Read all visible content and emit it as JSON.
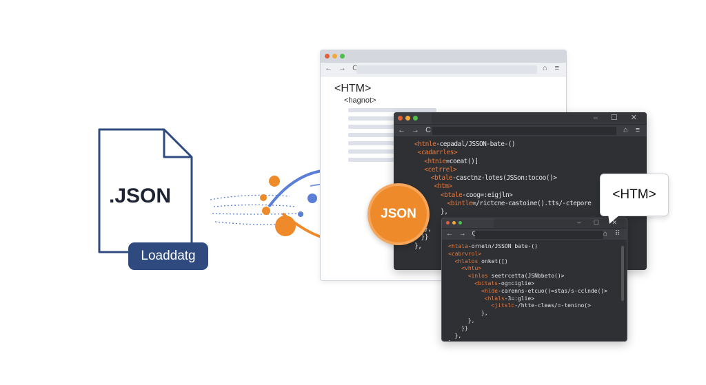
{
  "file": {
    "ext": ".JSON",
    "label": "Loaddatg"
  },
  "badge": {
    "text": "JSON"
  },
  "tooltip": {
    "text": "<HTM>"
  },
  "light_browser": {
    "heading": "<HTM>",
    "subheading": "<hagnot>",
    "nav": "← → C",
    "right": "⌂ ≡"
  },
  "dark_browser": {
    "nav": "← → C",
    "right": "⌂ ≡",
    "controls": "– ☐ ✕",
    "lines": [
      {
        "i": 0,
        "t": "<htnle",
        "r": "-cepadal/JSSON-bate-()"
      },
      {
        "i": 1,
        "t": "<cadarrles>",
        "r": ""
      },
      {
        "i": 3,
        "t": "<htnie",
        "r": "=coeat()]"
      },
      {
        "i": 3,
        "t": "<cetrrel>",
        "r": ""
      },
      {
        "i": 5,
        "t": "<btale",
        "r": "-casctnz-lotes(JSSon:tocoo()>"
      },
      {
        "i": 6,
        "t": "<htm>",
        "r": ""
      },
      {
        "i": 8,
        "t": "<btale",
        "r": "-coog=:eigjln>"
      },
      {
        "i": 10,
        "t": "<bintle",
        "r": "=/rictcne-castoine().tts/-ctepore"
      },
      {
        "i": 8,
        "t": "",
        "r": "},"
      },
      {
        "i": 8,
        "t": "",
        "r": ""
      },
      {
        "i": 3,
        "t": "",
        "r": "},"
      },
      {
        "i": 2,
        "t": "",
        "r": "}}"
      },
      {
        "i": 0,
        "t": "",
        "r": "},"
      }
    ]
  },
  "dark_browser_2": {
    "nav": "← → C",
    "right": "⌂ ⠿",
    "controls": "– ☐ ✕",
    "lines": [
      {
        "i": 0,
        "t": "<htala",
        "r": "-orneln/JSSON bate-()"
      },
      {
        "i": 0,
        "t": "<cabrvrol>",
        "r": ""
      },
      {
        "i": 2,
        "t": "<hlalos",
        "r": " onket([)"
      },
      {
        "i": 4,
        "t": "<vhtu>",
        "r": ""
      },
      {
        "i": 6,
        "t": "<inlos",
        "r": " seetrcetta(JSNbbeto()>"
      },
      {
        "i": 8,
        "t": "<bitats",
        "r": "-og=ciglie>"
      },
      {
        "i": 10,
        "t": "<hlde",
        "r": "-carenns-etcuo()=stas/s-cclnde()>"
      },
      {
        "i": 11,
        "t": "<hlals",
        "r": "-3=:glie>"
      },
      {
        "i": 13,
        "t": "<jitslc",
        "r": "-/htte-cleas/=-tenino(>"
      },
      {
        "i": 10,
        "t": "",
        "r": "},"
      },
      {
        "i": 6,
        "t": "",
        "r": "},"
      },
      {
        "i": 4,
        "t": "",
        "r": "}}"
      },
      {
        "i": 2,
        "t": "",
        "r": "},"
      },
      {
        "i": 0,
        "t": "",
        "r": "},"
      }
    ]
  },
  "colors": {
    "orange": "#ee8a2a",
    "navy": "#2f4a7f",
    "blue": "#5b7fd6"
  }
}
